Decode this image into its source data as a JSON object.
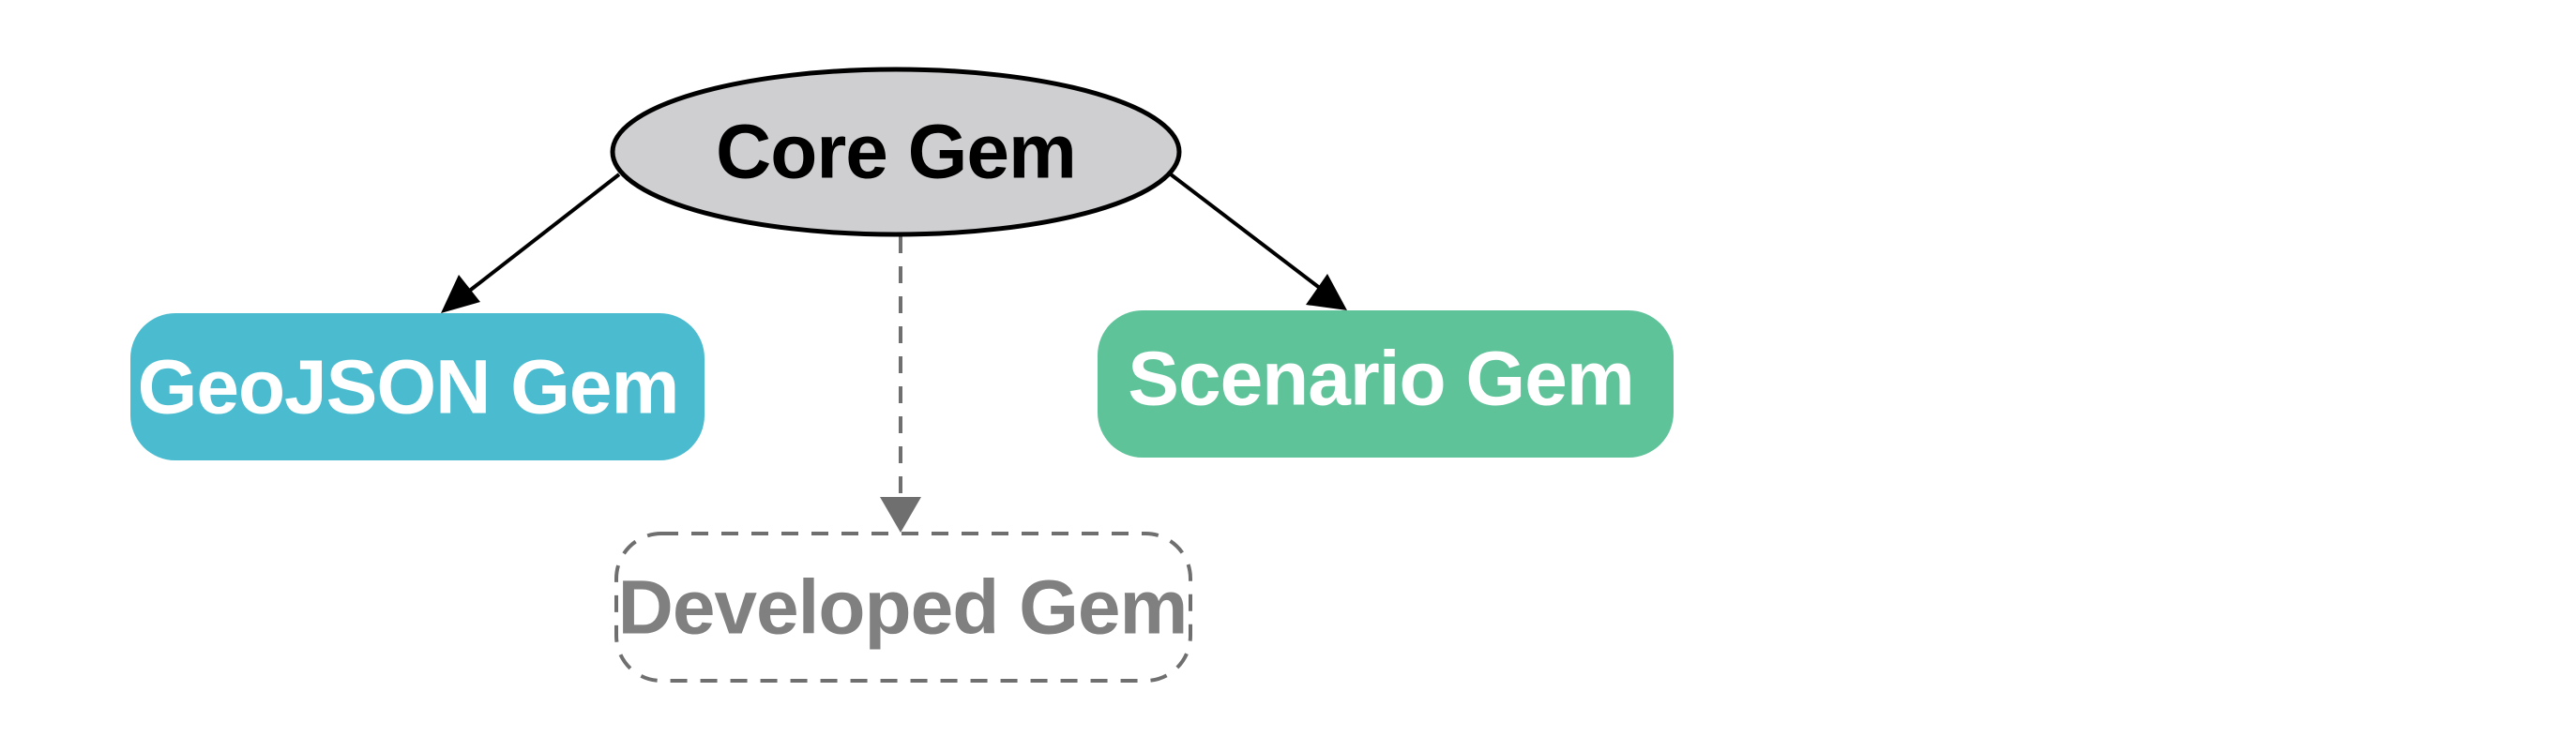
{
  "nodes": {
    "core": {
      "label": "Core Gem",
      "fill": "#cfcfd1",
      "stroke": "#000000",
      "text_color": "#000000"
    },
    "geojson": {
      "label": "GeoJSON Gem",
      "fill": "#4bbccf",
      "text_color": "#ffffff"
    },
    "scenario": {
      "label": "Scenario Gem",
      "fill": "#5fc39a",
      "text_color": "#ffffff"
    },
    "developed": {
      "label": "Developed Gem",
      "stroke": "#6f6f6f",
      "text_color": "#808080"
    }
  },
  "edges": [
    {
      "from": "core",
      "to": "geojson",
      "style": "solid",
      "color": "#000000"
    },
    {
      "from": "core",
      "to": "scenario",
      "style": "solid",
      "color": "#000000"
    },
    {
      "from": "core",
      "to": "developed",
      "style": "dashed",
      "color": "#6f6f6f"
    }
  ]
}
